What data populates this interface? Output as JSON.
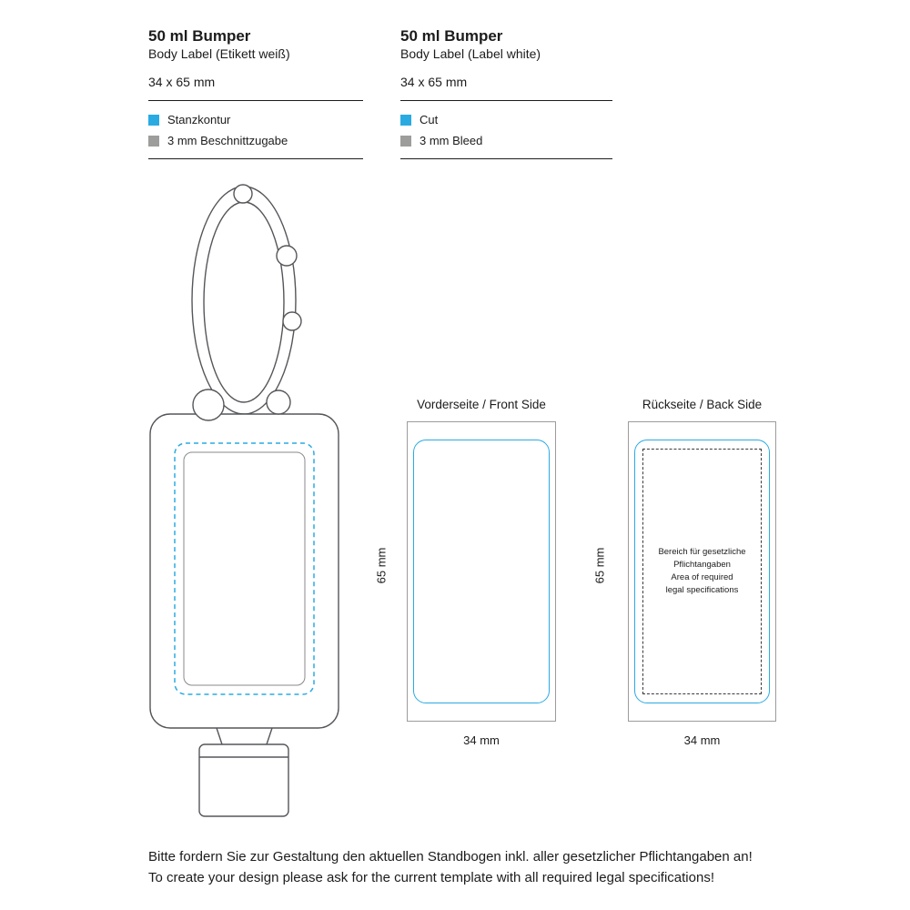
{
  "accent_color": "#29abe2",
  "bleed_color": "#9d9d9c",
  "header_de": {
    "title": "50 ml Bumper",
    "subtitle": "Body Label (Etikett weiß)",
    "size": "34 x 65 mm",
    "legend": [
      {
        "label": "Stanzkontur",
        "color": "#29abe2"
      },
      {
        "label": "3 mm Beschnittzugabe",
        "color": "#9d9d9c"
      }
    ]
  },
  "header_en": {
    "title": "50 ml Bumper",
    "subtitle": "Body Label (Label white)",
    "size": "34 x 65 mm",
    "legend": [
      {
        "label": "Cut",
        "color": "#29abe2"
      },
      {
        "label": "3 mm Bleed",
        "color": "#9d9d9c"
      }
    ]
  },
  "front_panel": {
    "title": "Vorderseite / Front Side",
    "height_label": "65 mm",
    "width_label": "34 mm"
  },
  "back_panel": {
    "title": "Rückseite / Back Side",
    "height_label": "65 mm",
    "width_label": "34 mm",
    "legal_text": [
      "Bereich für gesetzliche",
      "Pflichtangaben",
      "Area of required",
      "legal specifications"
    ]
  },
  "footer": {
    "line1": "Bitte fordern Sie zur Gestaltung den aktuellen Standbogen inkl. aller gesetzlicher Pflichtangaben an!",
    "line2": "To create your design please ask for the current template with all required legal specifications!"
  }
}
